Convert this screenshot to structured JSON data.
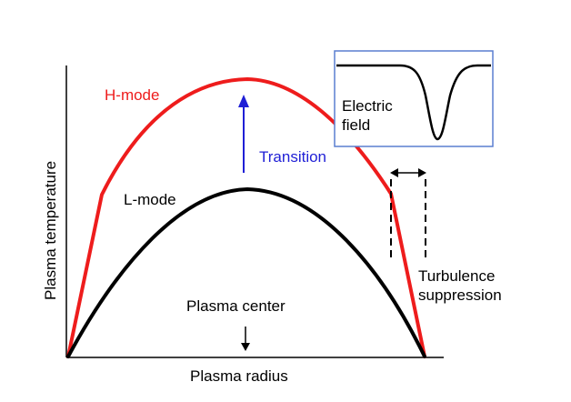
{
  "labels": {
    "hmode": "H-mode",
    "lmode": "L-mode",
    "transition": "Transition",
    "electric_field_line1": "Electric",
    "electric_field_line2": "field",
    "plasma_center": "Plasma center",
    "turbulence_line1": "Turbulence",
    "turbulence_line2": "suppression",
    "y_axis": "Plasma temperature",
    "x_axis": "Plasma radius"
  },
  "colors": {
    "hmode": "#ee1c1c",
    "lmode": "#000000",
    "transition": "#1f1fd6",
    "inset_border": "#5a7fd0",
    "axis": "#000000"
  }
}
